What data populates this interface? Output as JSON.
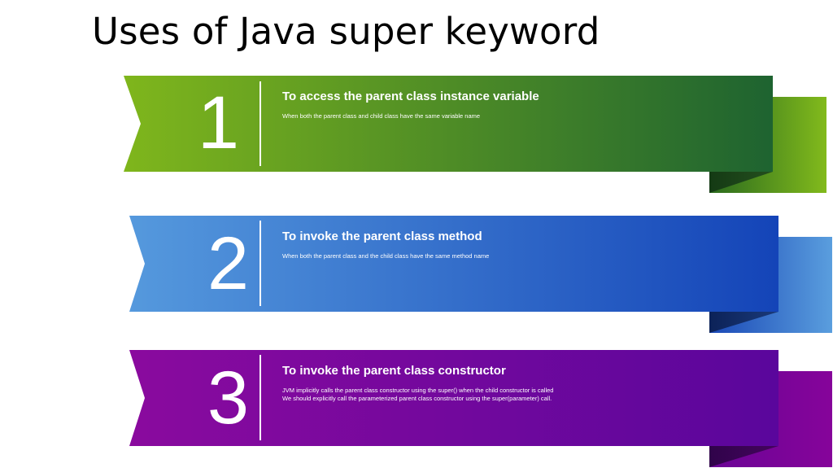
{
  "title": "Uses of Java super keyword",
  "items": [
    {
      "number": "1",
      "heading": "To access the parent class instance variable",
      "lines": [
        "When both the parent class and child class have the same variable name"
      ],
      "colors": {
        "front_start": "#7fb61c",
        "front_end": "#1e6330",
        "back_start": "#2a6a1e",
        "back_end": "#82ba1c",
        "fold": "#173d16"
      }
    },
    {
      "number": "2",
      "heading": "To invoke the parent class method",
      "lines": [
        "When both the parent class and the child class have the same method name"
      ],
      "colors": {
        "front_start": "#5599dd",
        "front_end": "#1444b8",
        "back_start": "#1a48b6",
        "back_end": "#5a9ede",
        "fold": "#0f2a66"
      }
    },
    {
      "number": "3",
      "heading": "To invoke the parent class constructor",
      "lines": [
        "JVM implicitly calls the parent class constructor using the super() when the child constructor is called",
        "We should explicitly call the parameterized parent class constructor using the super(parameter) call."
      ],
      "colors": {
        "front_start": "#8a0a9e",
        "front_end": "#5a069c",
        "back_start": "#6a0496",
        "back_end": "#86049a",
        "fold": "#3a0458"
      }
    }
  ]
}
